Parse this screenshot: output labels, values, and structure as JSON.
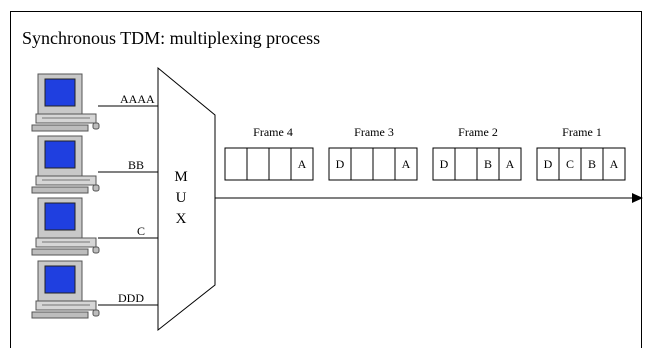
{
  "title": "Synchronous TDM: multiplexing process",
  "mux_letters": [
    "M",
    "U",
    "X"
  ],
  "sources": [
    {
      "label": "AAAA"
    },
    {
      "label": "BB"
    },
    {
      "label": "C"
    },
    {
      "label": "DDD"
    }
  ],
  "frames": [
    {
      "label": "Frame 4",
      "slots": [
        "",
        "",
        "",
        "A"
      ]
    },
    {
      "label": "Frame 3",
      "slots": [
        "D",
        "",
        "",
        "A"
      ]
    },
    {
      "label": "Frame 2",
      "slots": [
        "D",
        "",
        "B",
        "A"
      ]
    },
    {
      "label": "Frame 1",
      "slots": [
        "D",
        "C",
        "B",
        "A"
      ]
    }
  ],
  "colors": {
    "screen": "#1f3fe0",
    "computer_body": "#c8c8c8",
    "line": "#000000"
  }
}
